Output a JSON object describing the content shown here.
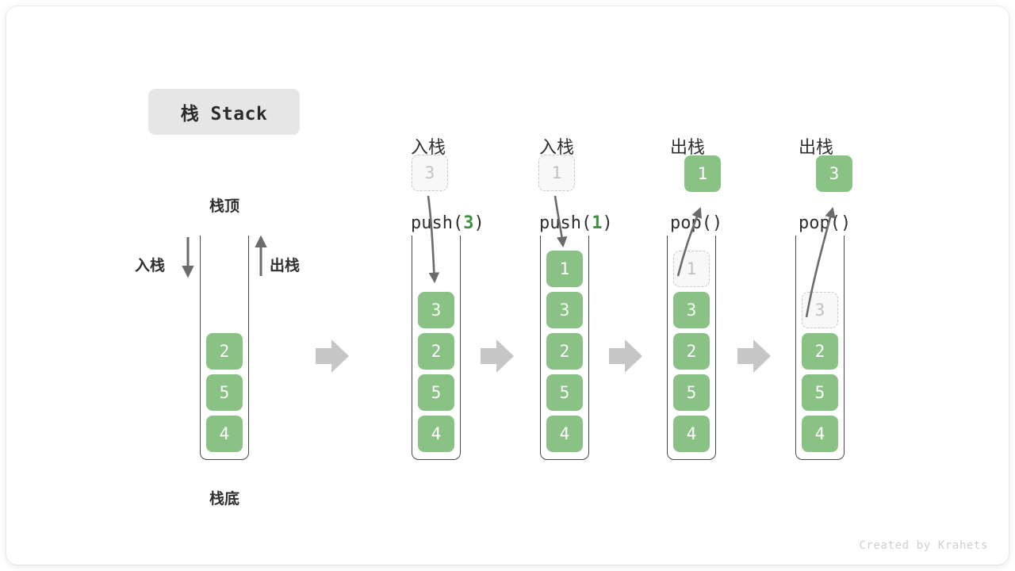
{
  "title": {
    "text": "栈 Stack"
  },
  "credit": "Created by Krahets",
  "colors": {
    "element_green": "#8ac185",
    "ghost_fill": "#f8f8f8",
    "ghost_border": "#c8c8c8",
    "ghost_text": "#c2c2c2",
    "arrow_gray": "#c2c2c2",
    "stroke_dark": "#4a4a4a",
    "accent_code_green": "#3f9142",
    "chip_bg": "#e6e6e6"
  },
  "initial_stack": {
    "top_label": "栈顶",
    "bottom_label": "栈底",
    "push_label": "入栈",
    "pop_label": "出栈",
    "values": [
      "2",
      "5",
      "4"
    ]
  },
  "steps": [
    {
      "op_cn": "入栈",
      "op_code_prefix": "push(",
      "op_code_arg": "3",
      "op_code_suffix": ")",
      "ghost_outside": {
        "value": "3",
        "position": "above"
      },
      "values": [
        "3",
        "2",
        "5",
        "4"
      ],
      "ghost_index": null,
      "floating_value": null
    },
    {
      "op_cn": "入栈",
      "op_code_prefix": "push(",
      "op_code_arg": "1",
      "op_code_suffix": ")",
      "ghost_outside": {
        "value": "1",
        "position": "above"
      },
      "values": [
        "1",
        "3",
        "2",
        "5",
        "4"
      ],
      "ghost_index": null,
      "floating_value": null
    },
    {
      "op_cn": "出栈",
      "op_code_prefix": "pop(",
      "op_code_arg": "",
      "op_code_suffix": ")",
      "ghost_outside": null,
      "values": [
        "1",
        "3",
        "2",
        "5",
        "4"
      ],
      "ghost_index": 0,
      "floating_value": "1"
    },
    {
      "op_cn": "出栈",
      "op_code_prefix": "pop(",
      "op_code_arg": "",
      "op_code_suffix": ")",
      "ghost_outside": null,
      "values": [
        "3",
        "2",
        "5",
        "4"
      ],
      "ghost_index": 0,
      "floating_value": "3"
    }
  ],
  "separators": [
    "arrow-right-icon",
    "arrow-right-icon",
    "arrow-right-icon",
    "arrow-right-icon"
  ]
}
